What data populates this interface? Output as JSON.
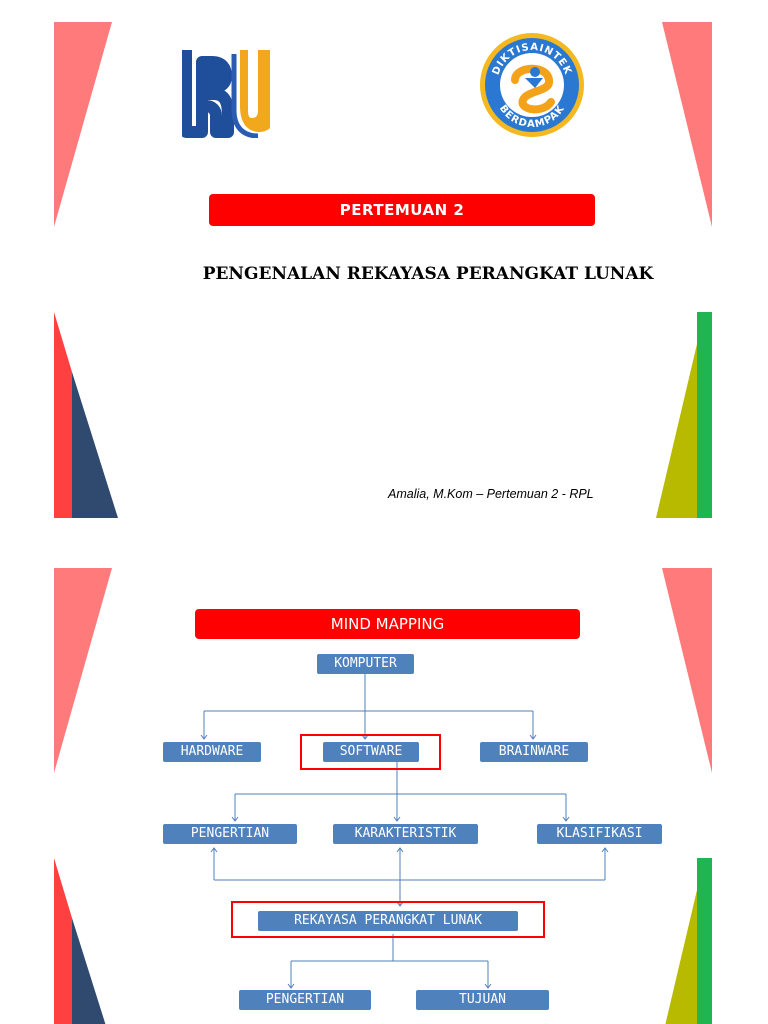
{
  "colors": {
    "banner_red": "#ff0000",
    "node_blue": "#4f81bd",
    "deco_pink": "#ff7b7b",
    "deco_red": "#ff4040",
    "deco_navy": "#2f4a6e",
    "deco_olive": "#b8ba00",
    "deco_green": "#1fb550"
  },
  "slide1": {
    "logos": [
      {
        "name": "RU logo",
        "icon": "ru-logo-icon",
        "text": "RU"
      },
      {
        "name": "Diktisaintek Berdampak logo",
        "icon": "diktisaintek-berdampak-logo-icon",
        "text_top": "DIKTISAINTEK",
        "text_bottom": "BERDAMPAK"
      }
    ],
    "banner": "PERTEMUAN 2",
    "title": "PENGENALAN REKAYASA PERANGKAT LUNAK",
    "author": "Amalia, M.Kom – Pertemuan 2 - RPL"
  },
  "slide2": {
    "banner": "MIND MAPPING",
    "nodes": {
      "komputer": "KOMPUTER",
      "hardware": "HARDWARE",
      "software": "SOFTWARE",
      "brainware": "BRAINWARE",
      "pengertian": "PENGERTIAN",
      "karakteristik": "KARAKTERISTIK",
      "klasifikasi": "KLASIFIKASI",
      "rpl": "REKAYASA PERANGKAT LUNAK",
      "pengertian2": "PENGERTIAN",
      "tujuan": "TUJUAN"
    }
  }
}
